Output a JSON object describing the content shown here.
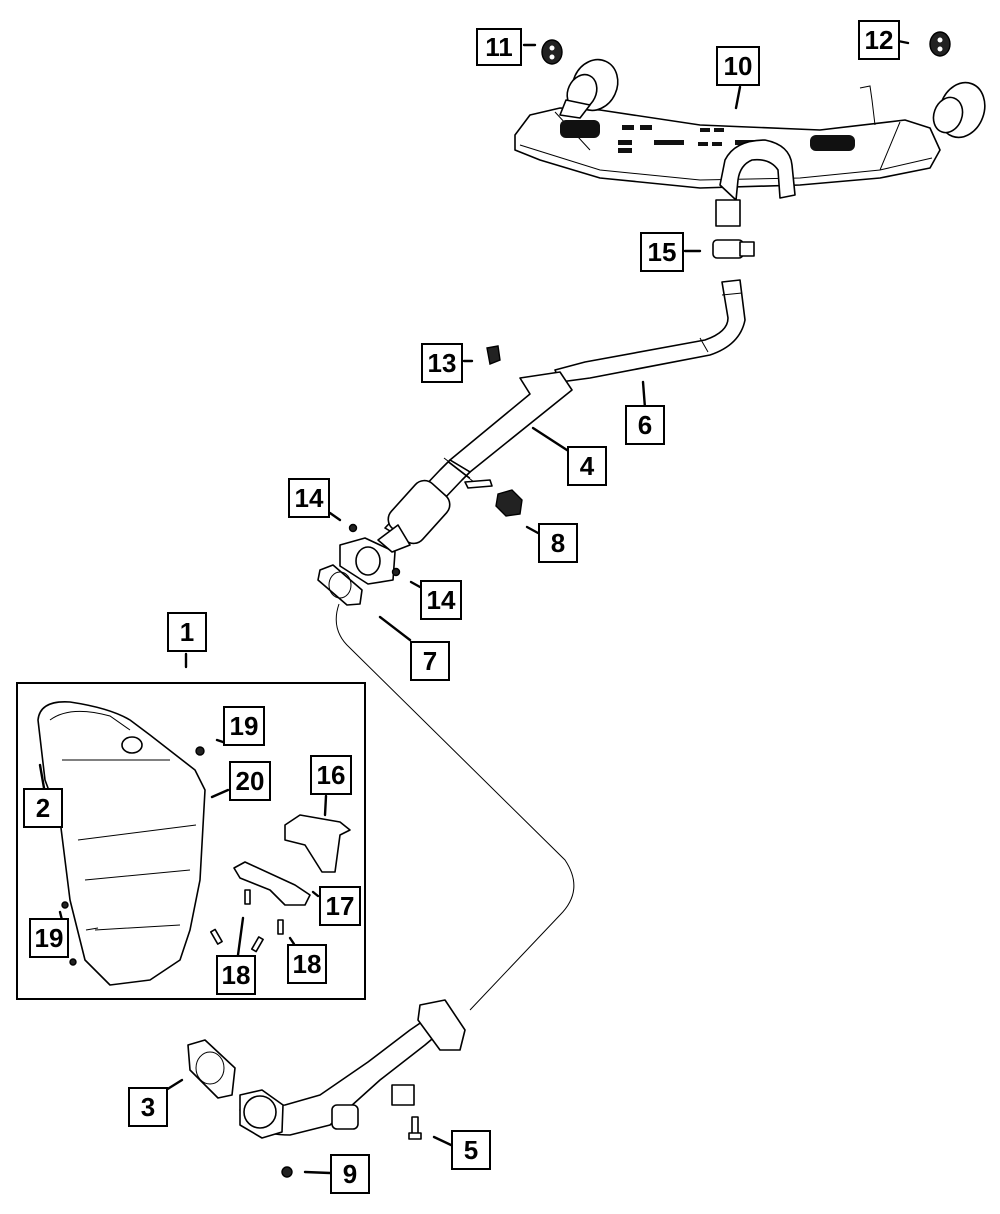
{
  "diagram": {
    "title": "Exhaust System Exploded Parts Diagram",
    "line_color": "#000000",
    "background": "#ffffff",
    "callouts": [
      {
        "id": "c1",
        "label": "1",
        "part": "catalytic-converter-assembly"
      },
      {
        "id": "c2",
        "label": "2",
        "part": "catalytic-converter"
      },
      {
        "id": "c3",
        "label": "3",
        "part": "gasket-front-pipe"
      },
      {
        "id": "c4",
        "label": "4",
        "part": "intermediate-pipe-resonator"
      },
      {
        "id": "c5",
        "label": "5",
        "part": "bolt"
      },
      {
        "id": "c6",
        "label": "6",
        "part": "tailpipe-extension"
      },
      {
        "id": "c7",
        "label": "7",
        "part": "gasket-flange"
      },
      {
        "id": "c8",
        "label": "8",
        "part": "exhaust-hanger-isolator"
      },
      {
        "id": "c9",
        "label": "9",
        "part": "nut"
      },
      {
        "id": "c10",
        "label": "10",
        "part": "muffler-dual-outlet"
      },
      {
        "id": "c11",
        "label": "11",
        "part": "isolator-left"
      },
      {
        "id": "c12",
        "label": "12",
        "part": "isolator-right"
      },
      {
        "id": "c13",
        "label": "13",
        "part": "isolator-clip"
      },
      {
        "id": "c14a",
        "label": "14",
        "part": "nut-upper"
      },
      {
        "id": "c14b",
        "label": "14",
        "part": "nut-lower"
      },
      {
        "id": "c15",
        "label": "15",
        "part": "exhaust-clamp"
      },
      {
        "id": "c16",
        "label": "16",
        "part": "heat-shield-bracket"
      },
      {
        "id": "c17",
        "label": "17",
        "part": "support-bracket"
      },
      {
        "id": "c18a",
        "label": "18",
        "part": "bolt-left"
      },
      {
        "id": "c18b",
        "label": "18",
        "part": "bolt-right"
      },
      {
        "id": "c19a",
        "label": "19",
        "part": "nut-upper"
      },
      {
        "id": "c19b",
        "label": "19",
        "part": "nut-lower"
      },
      {
        "id": "c20",
        "label": "20",
        "part": "heat-shield"
      }
    ]
  }
}
